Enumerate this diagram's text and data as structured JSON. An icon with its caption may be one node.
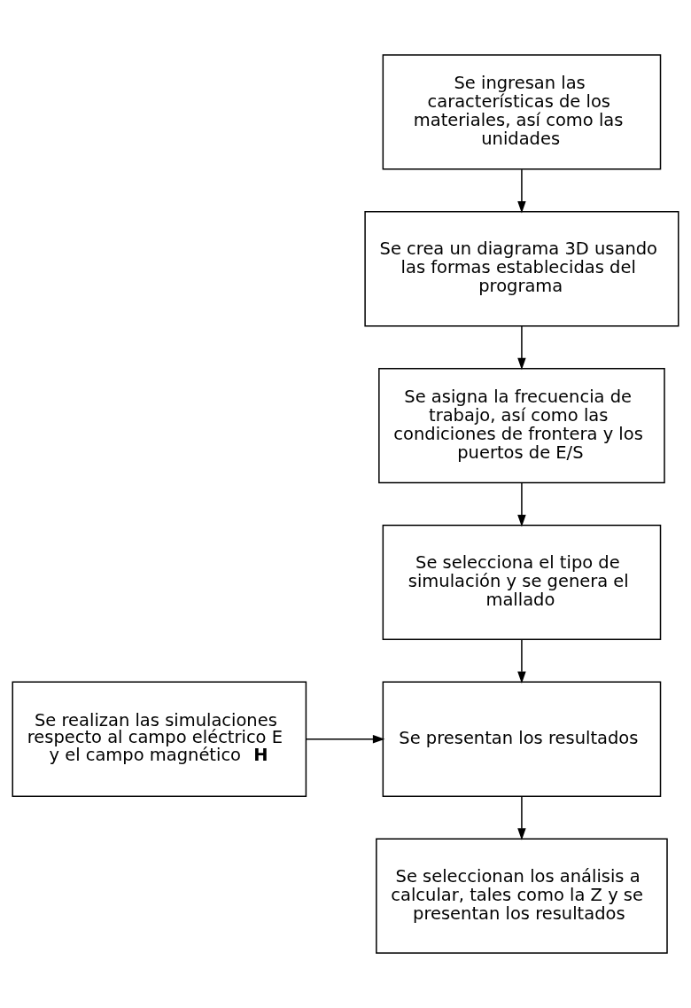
{
  "diagram": {
    "nodes": [
      {
        "text": [
          "Se ingresan las características de los materiales, así como las unidades"
        ]
      },
      {
        "text": [
          "Se crea un diagrama 3D usando las formas establecidas del programa"
        ]
      },
      {
        "text": [
          "Se asigna la frecuencia de trabajo, así como las condiciones de frontera y los puertos de E/S"
        ]
      },
      {
        "text": [
          "Se selecciona el tipo de simulación y se genera el mallado"
        ]
      },
      {
        "text": [
          "Se realizan las simulaciones respecto al campo eléctrico E y el campo magnético **H**"
        ]
      },
      {
        "text": [
          "Se presentan los resultados"
        ]
      },
      {
        "text": [
          "Se seleccionan los análisis a calcular, tales como la Z y se presentan los resultados"
        ]
      }
    ],
    "edges": [
      {
        "from": 0,
        "to": 1,
        "arrow": "to"
      },
      {
        "from": 1,
        "to": 2,
        "arrow": "to"
      },
      {
        "from": 2,
        "to": 3,
        "arrow": "to"
      },
      {
        "from": 3,
        "to": 5,
        "arrow": "to"
      },
      {
        "from": 4,
        "to": 5,
        "arrow": "to"
      },
      {
        "from": 5,
        "to": 6,
        "arrow": "to"
      }
    ]
  }
}
